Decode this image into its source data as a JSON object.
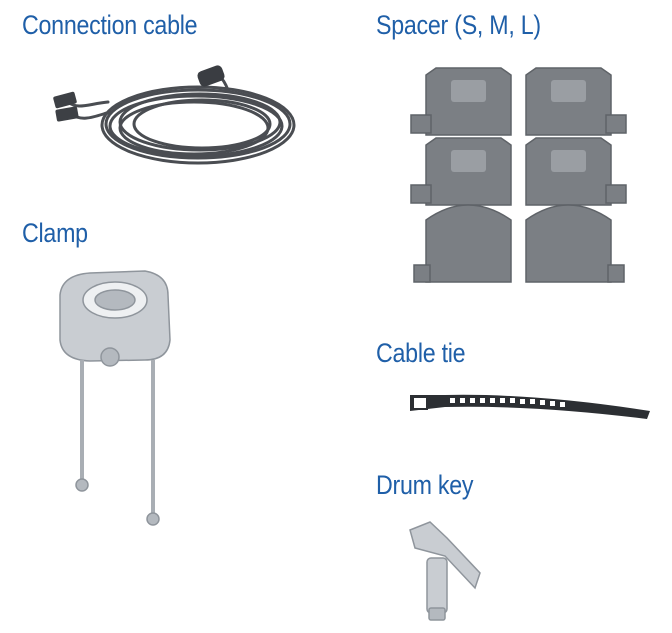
{
  "items": {
    "connection_cable": {
      "label": "Connection cable"
    },
    "spacer": {
      "label": "Spacer (S, M, L)"
    },
    "clamp": {
      "label": "Clamp"
    },
    "cable_tie": {
      "label": "Cable tie"
    },
    "drum_key": {
      "label": "Drum key"
    }
  },
  "colors": {
    "label": "#1f5fa8",
    "cable": "#4a4d52",
    "spacer": "#7b7f84",
    "metal": "#c9cdd2",
    "tie": "#2c2f33"
  },
  "icons": [
    "cable-icon",
    "spacer-icon",
    "clamp-icon",
    "cable-tie-icon",
    "drum-key-icon"
  ]
}
